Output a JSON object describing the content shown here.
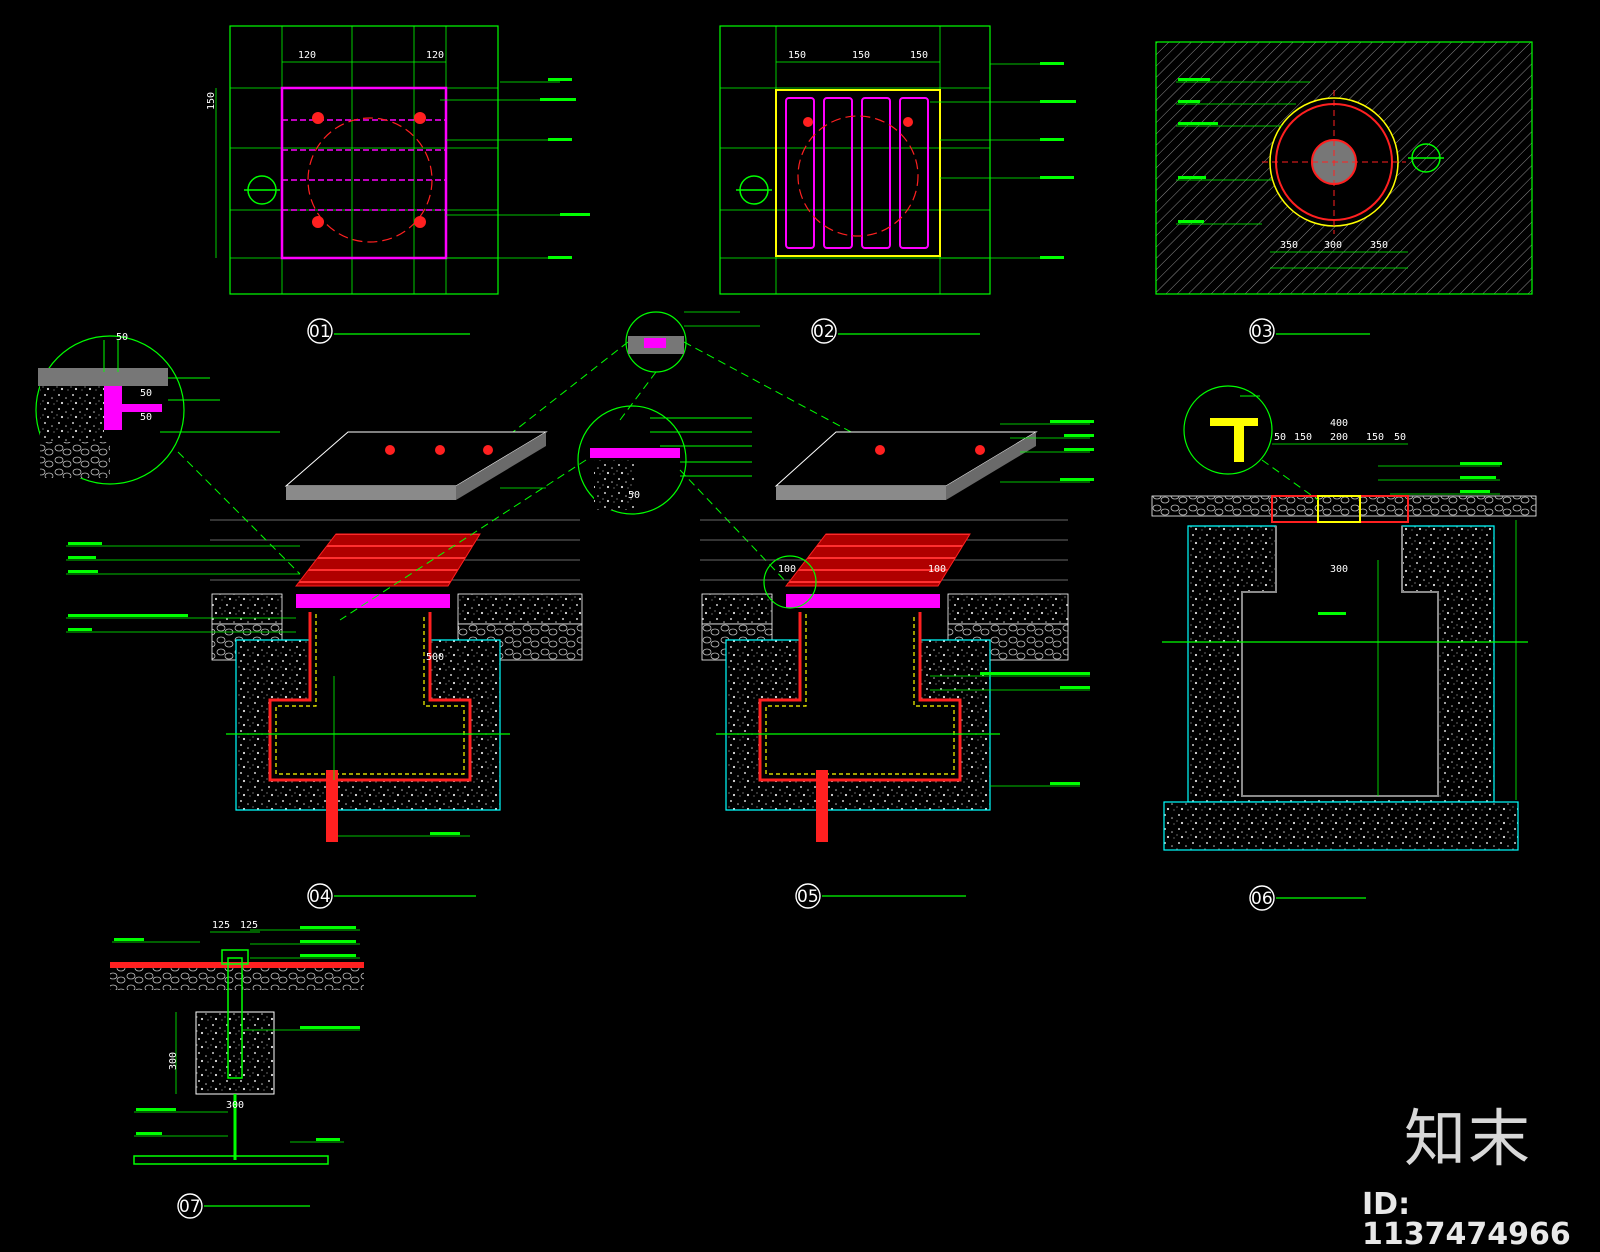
{
  "drawing": {
    "background": "#000000",
    "colors": {
      "line": "#00ff00",
      "accent_red": "#ff2020",
      "accent_magenta": "#ff00ff",
      "accent_yellow": "#ffff00",
      "accent_cyan": "#00ffff",
      "text": "#ffffff"
    }
  },
  "details": {
    "d01": {
      "tag": "01",
      "dims": [
        "120",
        "120",
        "150"
      ]
    },
    "d02": {
      "tag": "02",
      "dims": [
        "150",
        "150",
        "150"
      ]
    },
    "d03": {
      "tag": "03",
      "dims": [
        "350",
        "300",
        "350"
      ]
    },
    "d04": {
      "tag": "04",
      "dims": [
        "50",
        "50",
        "50",
        "50",
        "500"
      ]
    },
    "d05": {
      "tag": "05",
      "dims": [
        "100",
        "100"
      ]
    },
    "d06": {
      "tag": "06",
      "dims": [
        "50",
        "150",
        "200",
        "150",
        "50",
        "400",
        "300"
      ]
    },
    "d07": {
      "tag": "07",
      "dims": [
        "125",
        "125",
        "300",
        "300"
      ]
    }
  },
  "watermark": {
    "brand": "知末",
    "id_line": "ID: 1137474966"
  }
}
